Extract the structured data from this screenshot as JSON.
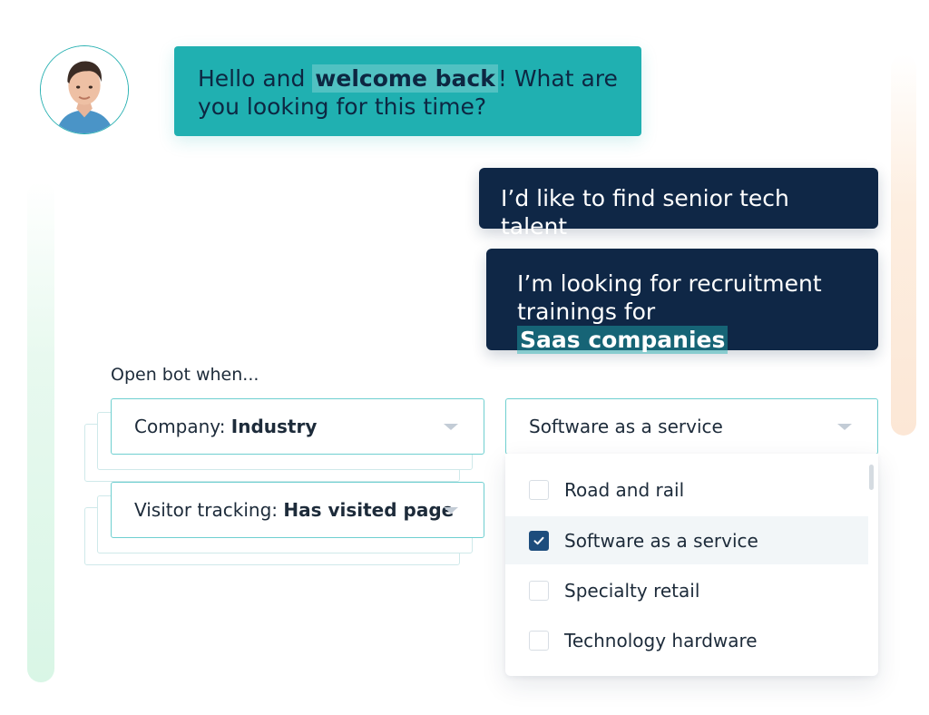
{
  "chat": {
    "bot_message": {
      "before": "Hello and ",
      "highlight": "welcome back",
      "after": "! What are you looking for this time?"
    },
    "user_message_1": "I’d like to find senior tech talent",
    "user_message_2": {
      "before": "I’m looking for recruitment trainings for ",
      "highlight": "Saas companies"
    }
  },
  "conditions": {
    "label": "Open bot when...",
    "rule_1": {
      "field_prefix": "Company: ",
      "field_value": "Industry"
    },
    "rule_2": {
      "field_prefix": "Visitor tracking: ",
      "field_value": "Has visited page"
    },
    "value_select": "Software as a service"
  },
  "dropdown": {
    "options": [
      {
        "label": "Road and rail",
        "checked": false
      },
      {
        "label": "Software as a service",
        "checked": true
      },
      {
        "label": "Specialty retail",
        "checked": false
      },
      {
        "label": "Technology hardware",
        "checked": false
      }
    ]
  },
  "icons": [
    "avatar-photo",
    "chevron-down-icon",
    "check-icon"
  ],
  "colors": {
    "bot_bubble": "#20b0b1",
    "user_bubble": "#0f2746",
    "field_border": "#6fcfd0",
    "checkbox_checked": "#1d4d7d"
  }
}
